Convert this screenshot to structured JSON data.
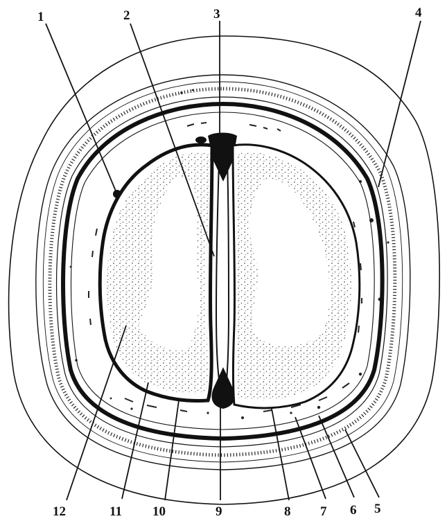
{
  "diagram": {
    "labels": {
      "l1": "1",
      "l2": "2",
      "l3": "3",
      "l4": "4",
      "l5": "5",
      "l6": "6",
      "l7": "7",
      "l8": "8",
      "l9": "9",
      "l10": "10",
      "l11": "11",
      "l12": "12"
    },
    "colors": {
      "ink": "#111111",
      "paper": "#ffffff",
      "stipple": "#5a5a5a"
    }
  }
}
